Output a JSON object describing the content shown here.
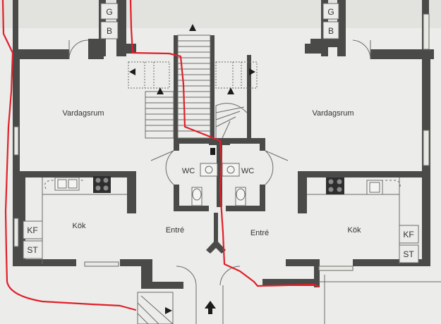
{
  "rooms": {
    "vardagsrum_left": "Vardagsrum",
    "vardagsrum_right": "Vardagsrum",
    "kok_left": "Kök",
    "kok_right": "Kök",
    "entre_left": "Entré",
    "entre_right": "Entré",
    "wc_left": "WC",
    "wc_right": "WC"
  },
  "storage": {
    "g_left": "G",
    "b_left": "B",
    "g_right": "G",
    "b_right": "B",
    "kf_left": "KF",
    "st_left": "ST",
    "kf_right": "KF",
    "st_right": "ST"
  },
  "colors": {
    "wall": "#4a4a48",
    "paper": "#ececea",
    "line": "#6a6a68",
    "annotation": "#e0202a"
  }
}
